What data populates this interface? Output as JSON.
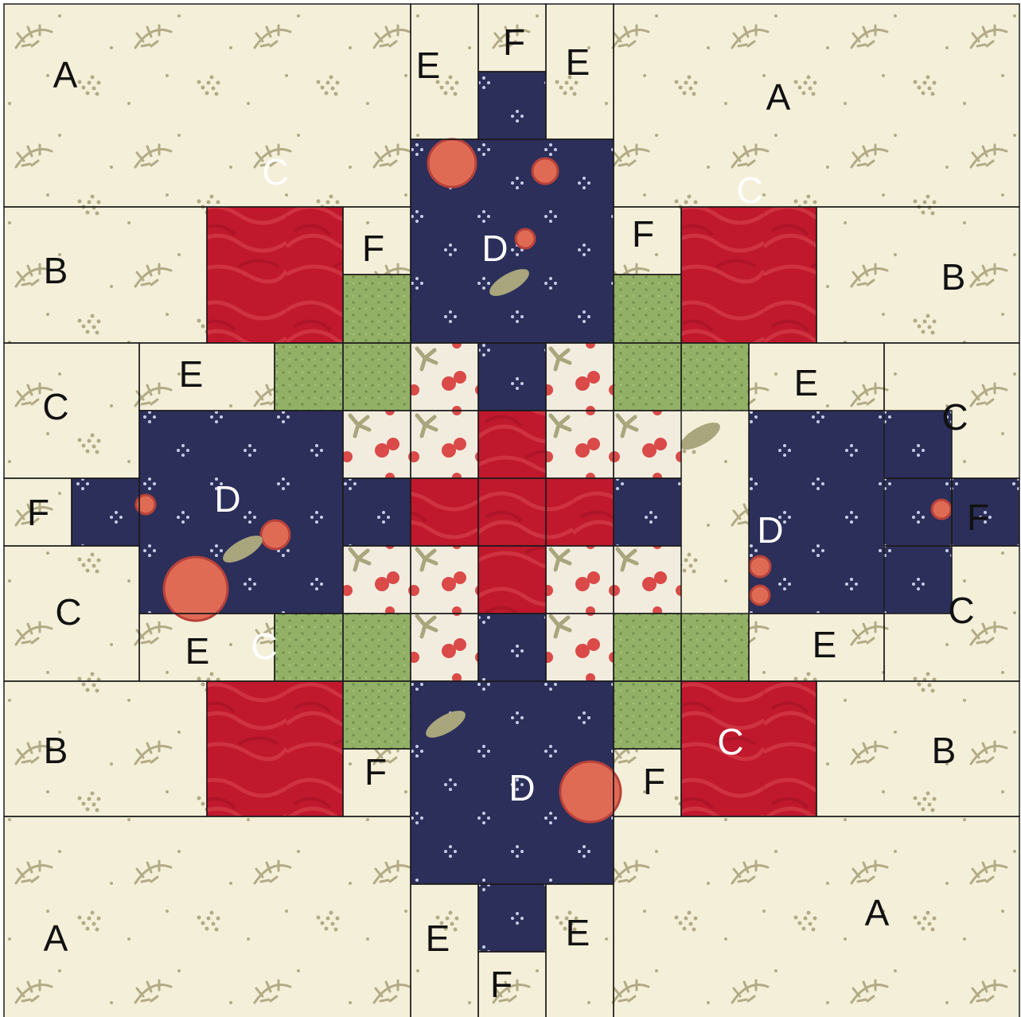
{
  "colors": {
    "cream": "#f4efd9",
    "cream_motif": "#b2ab85",
    "navy": "#2b2f5a",
    "navy_motif": "#c8cde6",
    "red": "#c0182c",
    "red_swirl": "#d8434c",
    "green": "#93b166",
    "green_dot": "#6f8f4e",
    "print": "#f2ecdf",
    "print_berry": "#d94a48",
    "print_leaf": "#a9a57c",
    "rose": "#e06b55",
    "outline": "#1b1b1b",
    "label_dark": "#111111",
    "label_light": "#ffffff"
  },
  "labels": {
    "a_top_left": "A",
    "a_top_right": "A",
    "a_bottom_left": "A",
    "a_bottom_right": "A",
    "b_upper_left": "B",
    "b_upper_right": "B",
    "b_lower_left": "B",
    "b_lower_right": "B",
    "c_upper_left_fabric": "C",
    "c_upper_right_fabric": "C",
    "c_left_upper": "C",
    "c_left_lower": "C",
    "c_right_upper": "C",
    "c_right_lower": "C",
    "c_lower_left_fabric": "C",
    "c_lower_right_red": "C",
    "d_top": "D",
    "d_left": "D",
    "d_right": "D",
    "d_bottom": "D",
    "e_top_left": "E",
    "e_top_right": "E",
    "e_upper_left": "E",
    "e_upper_right": "E",
    "e_lower_left": "E",
    "e_lower_right": "E",
    "e_bottom_left": "E",
    "e_bottom_right": "E",
    "f_top": "F",
    "f_upper_left": "F",
    "f_upper_right": "F",
    "f_left": "F",
    "f_right": "F",
    "f_lower_left": "F",
    "f_lower_right": "F",
    "f_bottom": "F"
  }
}
